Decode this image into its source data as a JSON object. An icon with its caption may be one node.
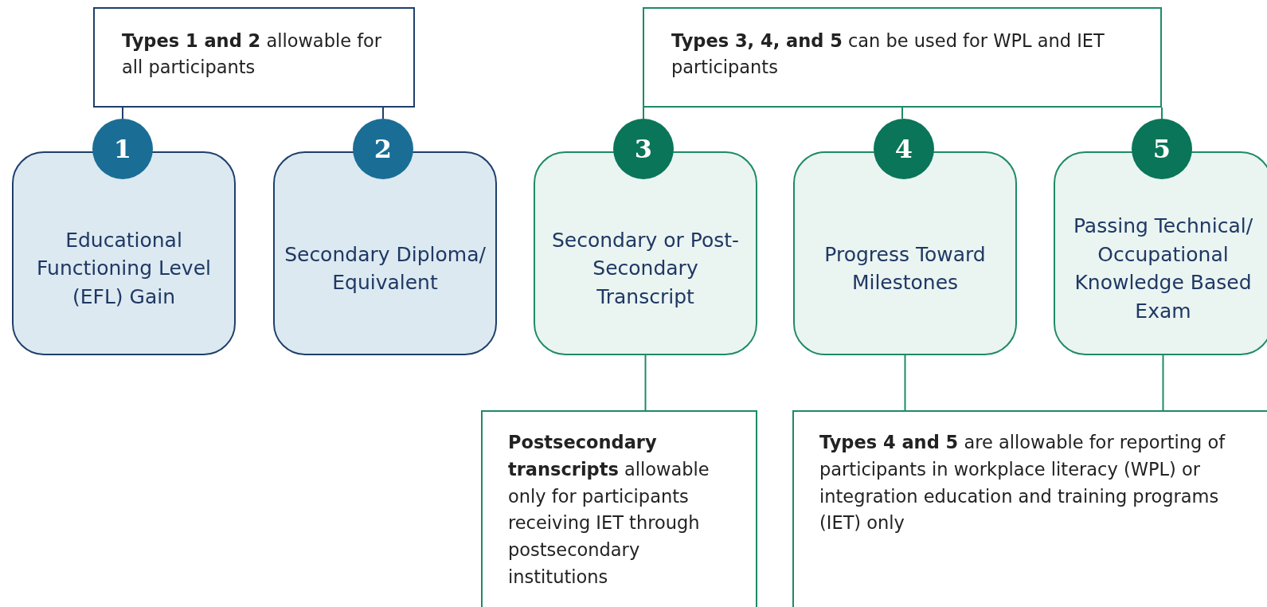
{
  "diagram": {
    "nodes": [
      {
        "text": [
          "**Types 1 and 2** allowable for all participants"
        ]
      },
      {
        "text": [
          "1"
        ]
      },
      {
        "text": [
          "Educational Functioning Level (EFL) Gain"
        ]
      },
      {
        "text": [
          "2"
        ]
      },
      {
        "text": [
          "Secondary Diploma/ Equivalent"
        ]
      },
      {
        "text": [
          "**Types 3, 4, and 5** can be used for WPL and IET participants"
        ]
      },
      {
        "text": [
          "3"
        ]
      },
      {
        "text": [
          "Secondary or Post-Secondary Transcript"
        ]
      },
      {
        "text": [
          "4"
        ]
      },
      {
        "text": [
          "Progress Toward Milestones"
        ]
      },
      {
        "text": [
          "5"
        ]
      },
      {
        "text": [
          "Passing Technical/ Occupational Knowledge Based Exam"
        ]
      },
      {
        "text": [
          "**Postsecondary transcripts** allowable only for participants receiving IET through postsecondary institutions"
        ]
      },
      {
        "text": [
          "**Types 4 and 5** are allowable for reporting of participants in workplace literacy (WPL) or integration education and training programs (IET) only"
        ]
      }
    ],
    "edges": [
      {
        "from": 0,
        "to": 1,
        "arrow": "none",
        "color": "#1f3f6b"
      },
      {
        "from": 0,
        "to": 3,
        "arrow": "none",
        "color": "#1f3f6b"
      },
      {
        "from": 5,
        "to": 6,
        "arrow": "none"
      },
      {
        "from": 5,
        "to": 8,
        "arrow": "none"
      },
      {
        "from": 5,
        "to": 10,
        "arrow": "none"
      },
      {
        "from": 7,
        "to": 12,
        "arrow": "none"
      },
      {
        "from": 9,
        "to": 13,
        "arrow": "none"
      },
      {
        "from": 11,
        "to": 13,
        "arrow": "none"
      }
    ]
  }
}
